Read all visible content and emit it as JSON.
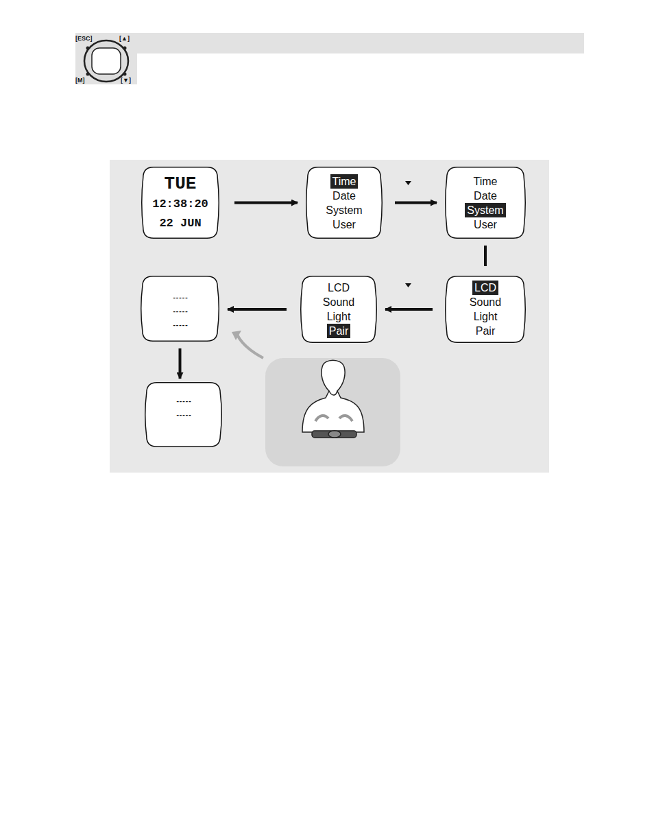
{
  "diagram": {
    "nodes": [
      {
        "text": [
          "TUE",
          "12:38:20",
          "22 JUN"
        ]
      },
      {
        "text": [
          "Time",
          "Date",
          "System",
          "User"
        ]
      },
      {
        "text": [
          "Time",
          "Date",
          "System",
          "User"
        ]
      },
      {
        "text": [
          "LCD",
          "Sound",
          "Light",
          "Pair"
        ]
      },
      {
        "text": [
          "LCD",
          "Sound",
          "Light",
          "Pair"
        ]
      },
      {
        "text": [
          "-----",
          "-----",
          "-----"
        ]
      },
      {
        "text": [
          "-----",
          "-----"
        ]
      }
    ],
    "edges": [
      {
        "from": 0,
        "to": 1,
        "arrow": "to"
      },
      {
        "from": 1,
        "to": 2,
        "arrow": "to"
      },
      {
        "from": 2,
        "to": 3,
        "arrow": "none"
      },
      {
        "from": 3,
        "to": 4,
        "arrow": "to"
      },
      {
        "from": 4,
        "to": 5,
        "arrow": "to"
      },
      {
        "from": 5,
        "to": 6,
        "arrow": "to"
      }
    ],
    "labels": [
      "[ESC]",
      "[▲]",
      "[M]",
      "[▼]"
    ]
  }
}
